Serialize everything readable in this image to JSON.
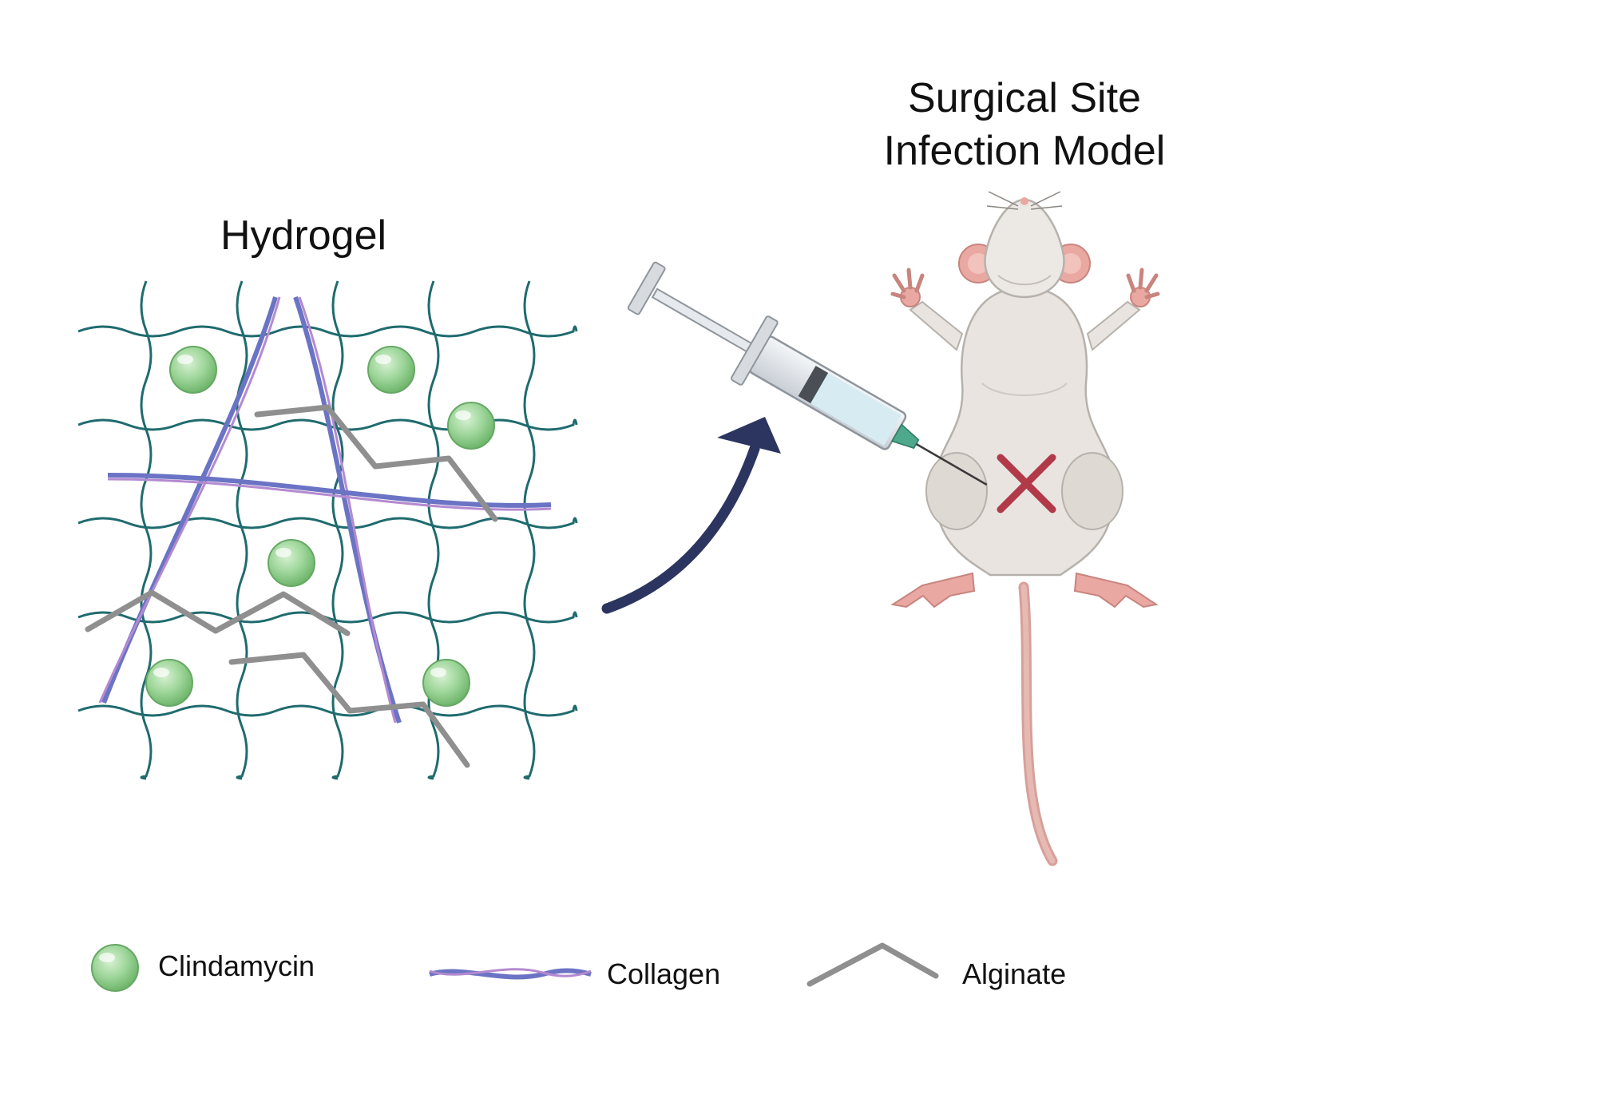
{
  "diagram": {
    "hydrogel_title": "Hydrogel",
    "model_title_line1": "Surgical Site",
    "model_title_line2": "Infection Model"
  },
  "legend": {
    "clindamycin": "Clindamycin",
    "collagen": "Collagen",
    "alginate": "Alginate"
  },
  "colors": {
    "mesh": "#1f6b6e",
    "drug": "#8fcf8a",
    "collagen_a": "#6b74c4",
    "collagen_b": "#b48ad0",
    "alginate": "#8f8f8f",
    "arrow": "#2b3560",
    "infection_mark": "#b23a48"
  },
  "icons": [
    "syringe-icon",
    "mouse-icon",
    "infection-x-icon",
    "curved-arrow-icon"
  ]
}
